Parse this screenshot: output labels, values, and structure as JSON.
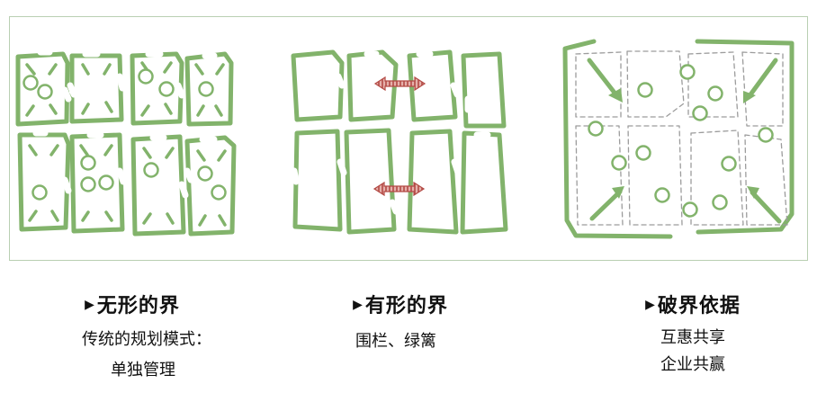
{
  "colors": {
    "wall": "#82b36b",
    "dash": "#9c9c9c",
    "arrow_red": "#b34a45",
    "frame": "#b9cfb2"
  },
  "panels": [
    {
      "title": "无形的界",
      "lines": [
        "传统的规划模式：",
        "单独管理"
      ]
    },
    {
      "title": "有形的界",
      "lines": [
        "围栏、绿篱"
      ]
    },
    {
      "title": "破界依据",
      "lines": [
        "互惠共享",
        "企业共赢"
      ]
    }
  ],
  "marker": "▶"
}
